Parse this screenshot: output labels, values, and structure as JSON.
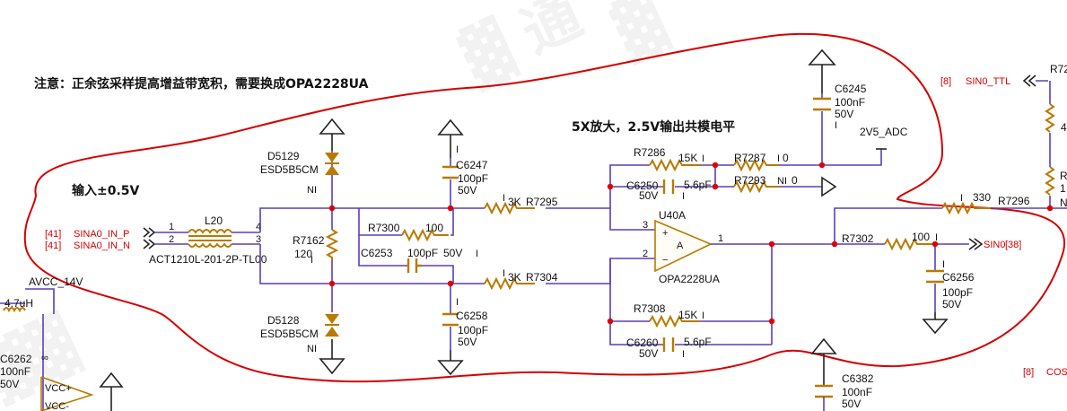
{
  "notes": {
    "top_note": "注意：正余弦采样提高增益带宽积，需要换成OPA2228UA",
    "gain_note": "5X放大，2.5V输出共模电平",
    "input_note": "输入±0.5V"
  },
  "nets": {
    "sina0_in_p": "SINA0_IN_P",
    "sina0_in_n": "SINA0_IN_N",
    "sina0_in_p_ref": "[41]",
    "sina0_in_n_ref": "[41]",
    "sin0_ttl": "SIN0_TTL",
    "sin0_ttl_ref": "[8]",
    "sin0_out": "SIN0",
    "sin0_out_ref": "[38]",
    "v2v5_adc": "2V5_ADC",
    "avcc": "AVCC_14V",
    "cos_ref": "[8]",
    "cos_label": "COS"
  },
  "components": {
    "d5129": {
      "ref": "D5129",
      "value": "ESD5B5CM",
      "opt": "NI"
    },
    "d5128": {
      "ref": "D5128",
      "value": "ESD5B5CM",
      "opt": "NI"
    },
    "l20": {
      "ref": "L20",
      "part": "ACT1210L-201-2P-TL00",
      "pin1": "1",
      "pin2": "2",
      "pin3": "3",
      "pin4": "4"
    },
    "r7162": {
      "ref": "R7162",
      "value": "120",
      "opt": "I"
    },
    "r7300": {
      "ref": "R7300",
      "value": "100",
      "opt": "I"
    },
    "c6253": {
      "ref": "C6253",
      "value": "100pF",
      "voltage": "50V",
      "opt": "I"
    },
    "c6247": {
      "ref": "C6247",
      "value": "100pF",
      "voltage": "50V",
      "opt": "I"
    },
    "c6258": {
      "ref": "C6258",
      "value": "100pF",
      "voltage": "50V",
      "opt": "I"
    },
    "r7295": {
      "ref": "R7295",
      "value": "3K",
      "opt": "I"
    },
    "r7304": {
      "ref": "R7304",
      "value": "3K",
      "opt": "I"
    },
    "r7286": {
      "ref": "R7286",
      "value": "15K",
      "opt": "I"
    },
    "r7287": {
      "ref": "R7287",
      "value": "0",
      "opt": "I"
    },
    "r7293": {
      "ref": "R7293",
      "value": "0",
      "opt": "NI"
    },
    "c6250": {
      "ref": "C6250",
      "value": "5.6pF",
      "voltage": "50V",
      "opt": "I"
    },
    "r7308": {
      "ref": "R7308",
      "value": "15K",
      "opt": "I"
    },
    "c6260": {
      "ref": "C6260",
      "value": "5.6pF",
      "voltage": "50V",
      "opt": "I"
    },
    "u40a": {
      "ref": "U40A",
      "part": "OPA2228UA",
      "in_p": "3",
      "in_n": "2",
      "out": "1",
      "sym": "A"
    },
    "r7302": {
      "ref": "R7302",
      "value": "100",
      "opt": "I"
    },
    "c6256": {
      "ref": "C6256",
      "value": "100pF",
      "voltage": "50V",
      "opt": "I"
    },
    "c6245": {
      "ref": "C6245",
      "value": "100nF",
      "voltage": "50V",
      "opt": "I"
    },
    "r7296": {
      "ref": "R7296",
      "value": "330",
      "opt": "I"
    },
    "c6382": {
      "ref": "C6382",
      "value": "100nF",
      "voltage": "50V"
    },
    "c6262": {
      "ref": "C6262",
      "value": "100nF",
      "voltage": "50V",
      "opt": "∞"
    },
    "l_avcc": {
      "value": "4.7uH"
    },
    "u_left": {
      "vcc_p": "VCC+",
      "vcc_n": "VCC-"
    },
    "r_right_a": {
      "ref": "R72",
      "value": "4"
    },
    "r_right_b": {
      "ref": "R",
      "value": "1",
      "opt": "N"
    }
  }
}
